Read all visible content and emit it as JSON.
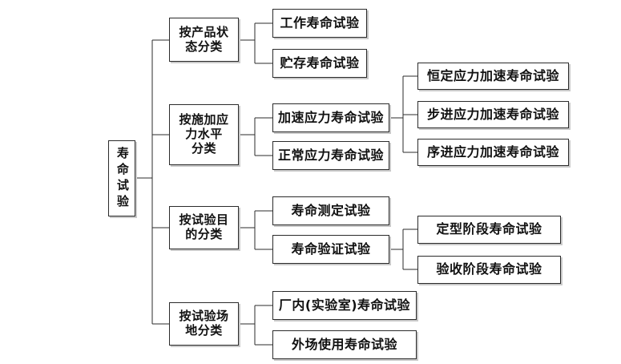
{
  "diagram": {
    "type": "tree",
    "orientation": "left-to-right",
    "background_color": "#ffffff",
    "box_border_color": "#2b2b2b",
    "box_fill_color": "#ffffff",
    "box_shadow_color": "#c9c9c9",
    "connector_color": "#2b2b2b",
    "root": {
      "label": "寿命试验",
      "label_vertical": "寿\n命\n试\n验"
    },
    "branches": [
      {
        "label": "按产品状\n态分类",
        "children": [
          {
            "label": "工作寿命试验",
            "children": []
          },
          {
            "label": "贮存寿命试验",
            "children": []
          }
        ]
      },
      {
        "label": "按施加应\n力水平\n分类",
        "children": [
          {
            "label": "加速应力寿命试验",
            "children": [
              {
                "label": "恒定应力加速寿命试验"
              },
              {
                "label": "步进应力加速寿命试验"
              },
              {
                "label": "序进应力加速寿命试验"
              }
            ]
          },
          {
            "label": "正常应力寿命试验",
            "children": []
          }
        ]
      },
      {
        "label": "按试验目\n的分类",
        "children": [
          {
            "label": "寿命测定试验",
            "children": []
          },
          {
            "label": "寿命验证试验",
            "children": [
              {
                "label": "定型阶段寿命试验"
              },
              {
                "label": "验收阶段寿命试验"
              }
            ]
          }
        ]
      },
      {
        "label": "按试验场\n地分类",
        "children": [
          {
            "label": "厂内(实验室)寿命试验",
            "children": []
          },
          {
            "label": "外场使用寿命试验",
            "children": []
          }
        ]
      }
    ]
  }
}
